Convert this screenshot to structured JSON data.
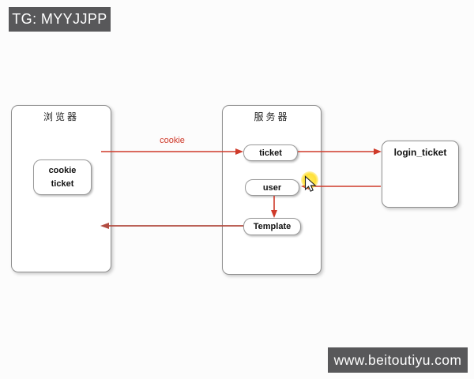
{
  "badges": {
    "top_left": "TG: MYYJJPP",
    "bottom_right": "www.beitoutiyu.com"
  },
  "diagram": {
    "browser": {
      "title": "浏览器",
      "cookie_box": {
        "line1": "cookie",
        "line2": "ticket"
      }
    },
    "server": {
      "title": "服务器",
      "ticket_label": "ticket",
      "user_label": "user",
      "template_label": "Template"
    },
    "login_ticket": {
      "title": "login_ticket"
    },
    "edges": {
      "cookie_label": "cookie"
    }
  },
  "colors": {
    "arrow_red": "#cf3a2a",
    "arrow_red_muted": "#b24c41",
    "badge_bg": "#58585a",
    "badge_text": "#ffffff",
    "box_border": "#8f8f8f",
    "canvas_bg": "#fcfcfc",
    "cursor_highlight": "#ffdf2e",
    "label_red": "#cc3a2a"
  }
}
